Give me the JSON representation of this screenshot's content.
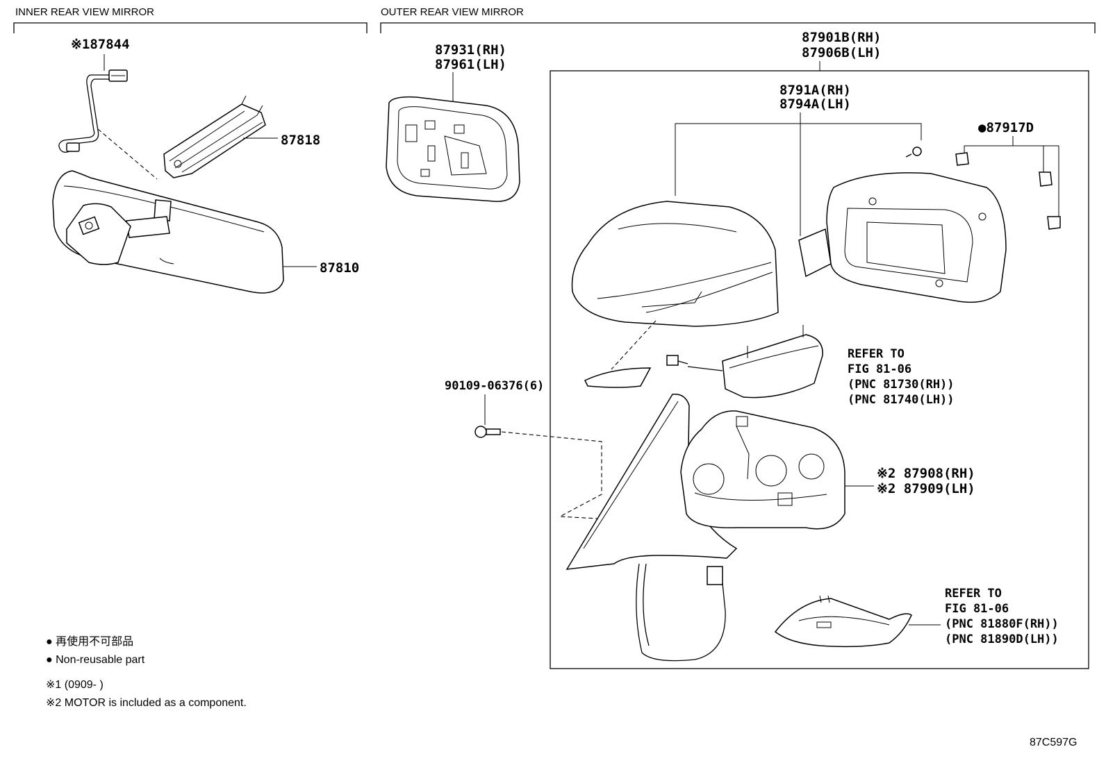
{
  "sections": {
    "inner": "INNER REAR VIEW MIRROR",
    "outer": "OUTER REAR VIEW MIRROR"
  },
  "callouts": {
    "p87844": "※187844",
    "p87818": "87818",
    "p87810": "87810",
    "p87931": "87931(RH)",
    "p87961": "87961(LH)",
    "p87901B": "87901B(RH)",
    "p87906B": "87906B(LH)",
    "p8791A": "8791A(RH)",
    "p8794A": "8794A(LH)",
    "p87917D": "●87917D",
    "p90109": "90109-06376(6)",
    "p87908": "※2 87908(RH)",
    "p87909": "※2 87909(LH)"
  },
  "refer1": {
    "line1": "REFER TO",
    "line2": "FIG 81-06",
    "line3": "(PNC 81730(RH))",
    "line4": "(PNC 81740(LH))"
  },
  "refer2": {
    "line1": "REFER TO",
    "line2": "FIG 81-06",
    "line3": "(PNC 81880F(RH))",
    "line4": "(PNC 81890D(LH))"
  },
  "legend": {
    "jp": "● 再使用不可部品",
    "en": "● Non-reusable part",
    "note1": "※1 (0909-    )",
    "note2": "※2 MOTOR is included as a component."
  },
  "figure_code": "87C597G"
}
